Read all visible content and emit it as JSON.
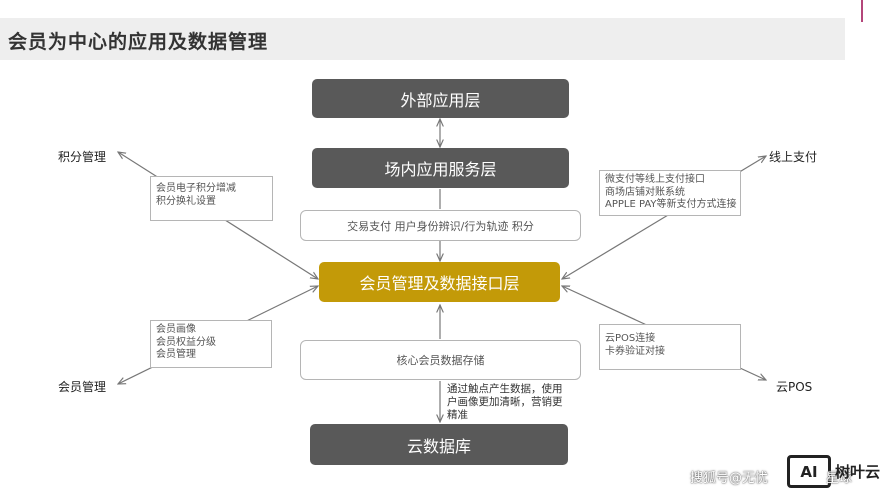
{
  "title": "会员为中心的应用及数据管理",
  "layers": {
    "external": "外部应用层",
    "venue": "场内应用服务层",
    "functions": "交易支付 用户身份辨识/行为轨迹 积分",
    "member": "会员管理及数据接口层",
    "storage": "核心会员数据存储",
    "cloud": "云数据库"
  },
  "flow_note": [
    "通过触点产生数据，使用",
    "户画像更加清晰，营销更",
    "精准"
  ],
  "notes": {
    "points": [
      "会员电子积分增减",
      "积分换礼设置"
    ],
    "member": [
      "会员画像",
      "会员权益分级",
      "会员管理"
    ],
    "payment": [
      "微支付等线上支付接口",
      "商场店铺对账系统",
      "APPLE PAY等新支付方式连接"
    ],
    "pos": [
      "云POS连接",
      "卡券验证对接"
    ]
  },
  "labels": {
    "points": "积分管理",
    "member": "会员管理",
    "payment": "线上支付",
    "pos": "云POS"
  },
  "watermark": {
    "text": "搜狐号@无忧",
    "tail": "星球",
    "logo": "AI",
    "brand": "树叶云"
  },
  "colors": {
    "dark_box": "#595959",
    "gold_box": "#c39a08",
    "accent": "#b4467a"
  }
}
